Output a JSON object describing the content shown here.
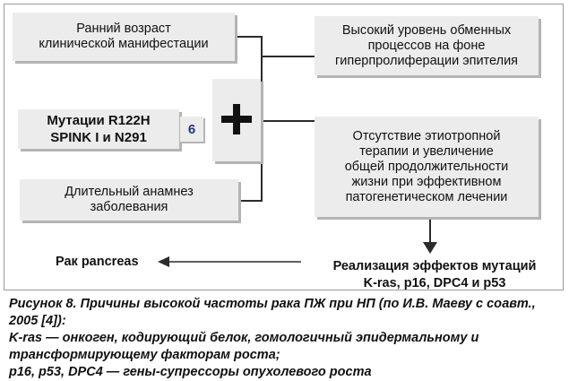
{
  "diagram": {
    "box_early_age": "Ранний возраст\nклинической манифестации",
    "box_mutations": "Мутации R122H\nSPINK I и N291",
    "box_long_history": "Длительный анамнез\nзаболевания",
    "box_metabolism": "Высокий уровень обменных\nпроцессов на фоне\nгиперпролиферации эпителия",
    "box_no_therapy": "Отсутствие этиотропной\nтерапии и увеличение\nобщей продолжительности\nжизни при эффективном\nпатогенетическом лечении",
    "plus_symbol": "+",
    "small_mark": "6",
    "outcome_left": "Рак pancreas",
    "outcome_right": "Реализация эффектов мутаций\nK-ras, p16, DPC4 и p53"
  },
  "caption": {
    "line1": "Рисунок 8. Причины высокой частоты рака ПЖ при НП (по И.В. Маеву с соавт., 2005 [4]):",
    "line2": "K-ras — онкоген, кодирующий белок, гомологичный эпидермальному и трансформирующему факторам роста;",
    "line3": "p16, p53, DPC4 — гены-супрессоры опухолевого роста"
  },
  "colors": {
    "box_fill": "#ececec",
    "shadow": "#b4b4b4",
    "line": "#2b2b2b",
    "frame": "#9a9a9a"
  }
}
